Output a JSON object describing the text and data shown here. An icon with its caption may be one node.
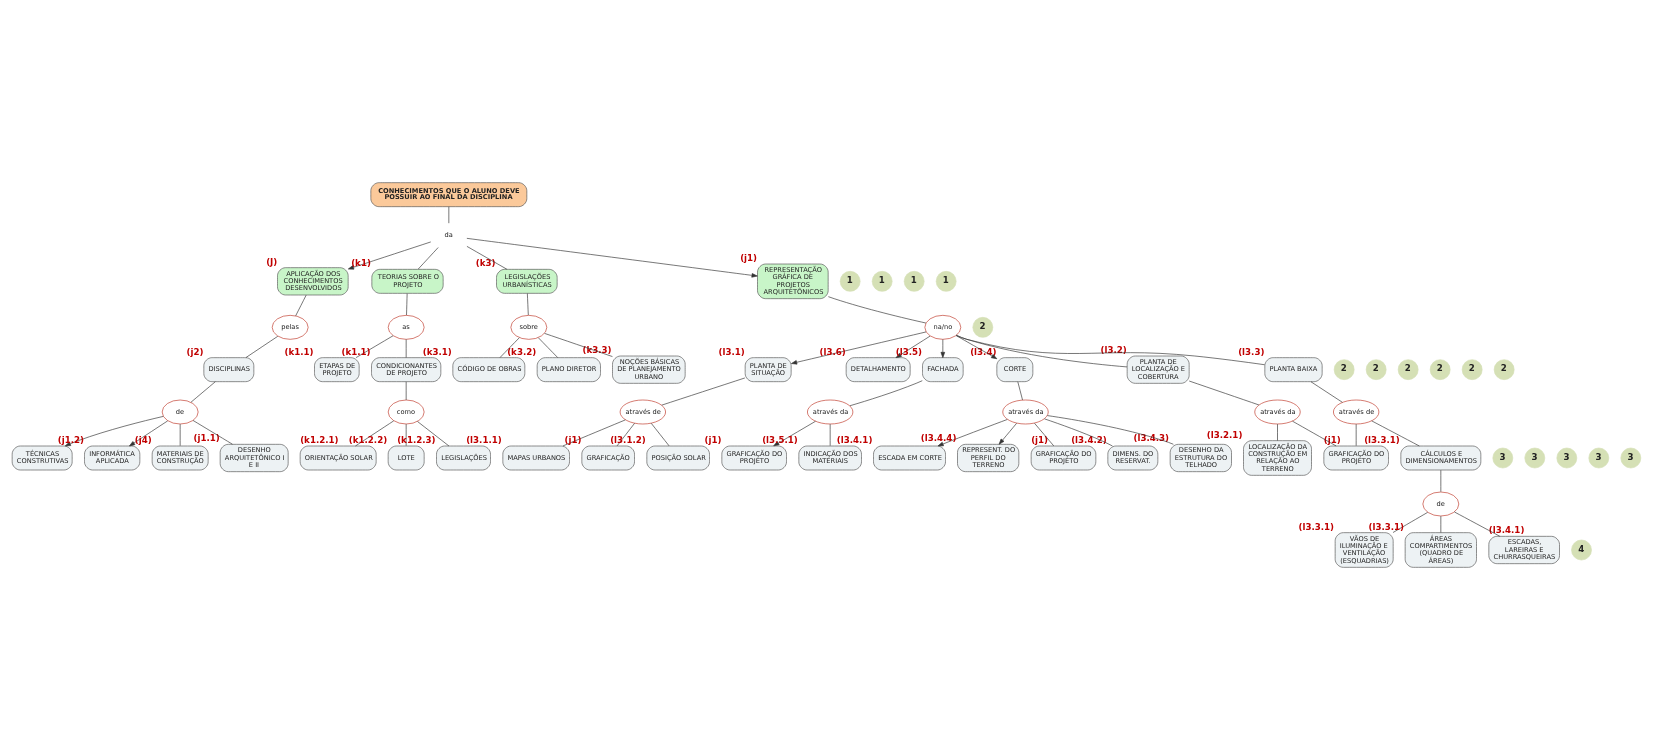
{
  "diagram": {
    "nodes": [
      {
        "text": [
          "CONHECIMENTOS QUE O ALUNO DEVE POSSUIR AO FINAL DA DISCIPLINA"
        ]
      },
      {
        "text": [
          "da"
        ]
      },
      {
        "text": [
          "APLICAÇÃO DOS CONHECIMENTOS DESENVOLVIDOS"
        ],
        "beside": [
          "(J)"
        ]
      },
      {
        "text": [
          "pelas"
        ]
      },
      {
        "text": [
          "DISCIPLINAS"
        ],
        "beside": [
          "(j2)"
        ]
      },
      {
        "text": [
          "de"
        ]
      },
      {
        "text": [
          "TÉCNICAS CONSTRUTIVAS"
        ]
      },
      {
        "text": [
          "INFORMÁTICA APLICADA"
        ],
        "beside": [
          "(j1.2)"
        ]
      },
      {
        "text": [
          "MATERIAIS DE CONSTRUÇÃO"
        ],
        "beside": [
          "(j4)"
        ]
      },
      {
        "text": [
          "DESENHO ARQUITETÔNICO I E II"
        ],
        "beside": [
          "(j1.1)"
        ]
      },
      {
        "text": [
          "TEORIAS SOBRE O PROJETO"
        ],
        "beside": [
          "(k1)"
        ]
      },
      {
        "text": [
          "as"
        ]
      },
      {
        "text": [
          "ETAPAS DE PROJETO"
        ],
        "beside": [
          "(k1.1)"
        ]
      },
      {
        "text": [
          "CONDICIONANTES DE PROJETO"
        ],
        "beside": [
          "(k1.1)"
        ]
      },
      {
        "text": [
          "como"
        ]
      },
      {
        "text": [
          "ORIENTAÇÃO SOLAR"
        ],
        "beside": [
          "(k1.2.1)"
        ]
      },
      {
        "text": [
          "LOTE"
        ],
        "beside": [
          "(k1.2.2)"
        ]
      },
      {
        "text": [
          "LEGISLAÇÕES"
        ],
        "beside": [
          "(k1.2.3)"
        ]
      },
      {
        "text": [
          "LEGISLAÇÕES URBANÍSTICAS"
        ],
        "beside": [
          "(k3)"
        ]
      },
      {
        "text": [
          "sobre"
        ]
      },
      {
        "text": [
          "CÓDIGO DE OBRAS"
        ],
        "beside": [
          "(k3.1)"
        ]
      },
      {
        "text": [
          "PLANO DIRETOR"
        ],
        "beside": [
          "(k3.2)"
        ]
      },
      {
        "text": [
          "NOÇÕES BÁSICAS DE PLANEJAMENTO URBANO"
        ],
        "beside": [
          "(k3.3)"
        ]
      },
      {
        "text": [
          "REPRESENTAÇÃO GRÁFICA DE PROJETOS ARQUITETÔNICOS"
        ],
        "beside": [
          "(j1)"
        ]
      },
      {
        "text": [
          "na/no"
        ]
      },
      {
        "text": [
          "PLANTA DE SITUAÇÃO"
        ],
        "beside": [
          "(l3.1)"
        ]
      },
      {
        "text": [
          "através de"
        ]
      },
      {
        "text": [
          "MAPAS URBANOS"
        ],
        "beside": [
          "(l3.1.1)"
        ]
      },
      {
        "text": [
          "GRAFICAÇÃO"
        ],
        "beside": [
          "(j1)"
        ]
      },
      {
        "text": [
          "POSIÇÃO SOLAR"
        ],
        "beside": [
          "(l3.1.2)"
        ]
      },
      {
        "text": [
          "DETALHAMENTO"
        ],
        "beside": [
          "(l3.6)"
        ]
      },
      {
        "text": [
          "FACHADA"
        ],
        "beside": [
          "(l3.5)"
        ]
      },
      {
        "text": [
          "através da"
        ]
      },
      {
        "text": [
          "GRAFICAÇÃO DO PROJETO"
        ],
        "beside": [
          "(j1)"
        ]
      },
      {
        "text": [
          "INDICAÇÃO DOS MATERIAIS"
        ],
        "beside": [
          "(l3.5.1)"
        ]
      },
      {
        "text": [
          "CORTE"
        ],
        "beside": [
          "(l3.4)"
        ]
      },
      {
        "text": [
          "através da"
        ]
      },
      {
        "text": [
          "ESCADA EM CORTE"
        ],
        "beside": [
          "(l3.4.1)"
        ]
      },
      {
        "text": [
          "REPRESENT. DO PERFIL DO TERRENO"
        ],
        "beside": [
          "(l3.4.4)"
        ]
      },
      {
        "text": [
          "GRAFICAÇÃO DO PROJETO"
        ],
        "beside": [
          "(j1)"
        ]
      },
      {
        "text": [
          "DIMENS. DO RESERVAT."
        ],
        "beside": [
          "(l3.4.2)"
        ]
      },
      {
        "text": [
          "DESENHO DA ESTRUTURA DO TELHADO"
        ],
        "beside": [
          "(l3.4.3)"
        ]
      },
      {
        "text": [
          "PLANTA DE LOCALIZAÇÃO E COBERTURA"
        ],
        "beside": [
          "(l3.2)"
        ]
      },
      {
        "text": [
          "através da"
        ]
      },
      {
        "text": [
          "LOCALIZAÇÃO DA CONSTRUÇÃO EM RELAÇÃO AO TERRENO"
        ],
        "beside": [
          "(l3.2.1)"
        ]
      },
      {
        "text": [
          "GRAFICAÇÃO DO PROJETO"
        ],
        "beside": [
          "(j1)"
        ]
      },
      {
        "text": [
          "PLANTA BAIXA"
        ],
        "beside": [
          "(l3.3)"
        ]
      },
      {
        "text": [
          "através de"
        ]
      },
      {
        "text": [
          "CÁLCULOS E DIMENSIONAMENTOS"
        ],
        "beside": [
          "(l3.3.1)"
        ]
      },
      {
        "text": [
          "de"
        ]
      },
      {
        "text": [
          "VÃOS DE ILUMINAÇÃO E VENTILAÇÃO (ESQUADRIAS)"
        ],
        "beside": [
          "(l3.3.1)"
        ]
      },
      {
        "text": [
          "ÁREAS COMPARTIMENTOS (QUADRO DE ÁREAS)"
        ],
        "beside": [
          "(l3.3.1)"
        ]
      },
      {
        "text": [
          "ESCADAS, LAREIRAS E CHURRASQUEIRAS"
        ],
        "beside": [
          "(l3.4.1)"
        ]
      },
      {
        "text": [
          "1"
        ]
      },
      {
        "text": [
          "2"
        ]
      },
      {
        "text": [
          "3"
        ]
      },
      {
        "text": [
          "1"
        ]
      },
      {
        "text": [
          "2"
        ]
      },
      {
        "text": [
          "3"
        ]
      },
      {
        "text": [
          "1"
        ]
      },
      {
        "text": [
          "2"
        ]
      },
      {
        "text": [
          "1"
        ]
      },
      {
        "text": [
          "2"
        ]
      },
      {
        "text": [
          "2"
        ]
      },
      {
        "text": [
          "2"
        ]
      },
      {
        "text": [
          "3"
        ]
      },
      {
        "text": [
          "3"
        ]
      },
      {
        "text": [
          "2"
        ]
      },
      {
        "text": [
          "3"
        ]
      },
      {
        "text": [
          "4"
        ]
      }
    ],
    "edges": [
      {
        "from": 0,
        "to": 1,
        "arrow": "none"
      },
      {
        "from": 1,
        "to": 2,
        "arrow": "to"
      },
      {
        "from": 1,
        "to": 23,
        "arrow": "to"
      },
      {
        "from": 1,
        "to": 10,
        "arrow": "none"
      },
      {
        "from": 1,
        "to": 18,
        "arrow": "none"
      },
      {
        "from": 2,
        "to": 3,
        "arrow": "none"
      },
      {
        "from": 3,
        "to": 4,
        "arrow": "none"
      },
      {
        "from": 4,
        "to": 5,
        "arrow": "none"
      },
      {
        "from": 5,
        "to": 6,
        "arrow": "to"
      },
      {
        "from": 5,
        "to": 7,
        "arrow": "to"
      },
      {
        "from": 5,
        "to": 8,
        "arrow": "none"
      },
      {
        "from": 5,
        "to": 9,
        "arrow": "none"
      },
      {
        "from": 10,
        "to": 11,
        "arrow": "none"
      },
      {
        "from": 11,
        "to": 12,
        "arrow": "none"
      },
      {
        "from": 11,
        "to": 13,
        "arrow": "none"
      },
      {
        "from": 13,
        "to": 14,
        "arrow": "none"
      },
      {
        "from": 14,
        "to": 15,
        "arrow": "none"
      },
      {
        "from": 14,
        "to": 16,
        "arrow": "none"
      },
      {
        "from": 14,
        "to": 17,
        "arrow": "none"
      },
      {
        "from": 18,
        "to": 19,
        "arrow": "none"
      },
      {
        "from": 19,
        "to": 20,
        "arrow": "none"
      },
      {
        "from": 19,
        "to": 21,
        "arrow": "none"
      },
      {
        "from": 19,
        "to": 22,
        "arrow": "none"
      },
      {
        "from": 23,
        "to": 24,
        "arrow": "none"
      },
      {
        "from": 24,
        "to": 25,
        "arrow": "to"
      },
      {
        "from": 24,
        "to": 30,
        "arrow": "to"
      },
      {
        "from": 24,
        "to": 31,
        "arrow": "to"
      },
      {
        "from": 24,
        "to": 35,
        "arrow": "to"
      },
      {
        "from": 24,
        "to": 42,
        "arrow": "none"
      },
      {
        "from": 24,
        "to": 46,
        "arrow": "none"
      },
      {
        "from": 25,
        "to": 26,
        "arrow": "none"
      },
      {
        "from": 26,
        "to": 27,
        "arrow": "none"
      },
      {
        "from": 26,
        "to": 28,
        "arrow": "none"
      },
      {
        "from": 26,
        "to": 29,
        "arrow": "none"
      },
      {
        "from": 31,
        "to": 32,
        "arrow": "none"
      },
      {
        "from": 32,
        "to": 33,
        "arrow": "to"
      },
      {
        "from": 32,
        "to": 34,
        "arrow": "none"
      },
      {
        "from": 35,
        "to": 36,
        "arrow": "none"
      },
      {
        "from": 36,
        "to": 37,
        "arrow": "to"
      },
      {
        "from": 36,
        "to": 38,
        "arrow": "to"
      },
      {
        "from": 36,
        "to": 39,
        "arrow": "none"
      },
      {
        "from": 36,
        "to": 40,
        "arrow": "none"
      },
      {
        "from": 36,
        "to": 41,
        "arrow": "none"
      },
      {
        "from": 42,
        "to": 43,
        "arrow": "none"
      },
      {
        "from": 43,
        "to": 44,
        "arrow": "none"
      },
      {
        "from": 43,
        "to": 45,
        "arrow": "none"
      },
      {
        "from": 46,
        "to": 47,
        "arrow": "none"
      },
      {
        "from": 47,
        "to": 45,
        "arrow": "none"
      },
      {
        "from": 47,
        "to": 48,
        "arrow": "none"
      },
      {
        "from": 48,
        "to": 49,
        "arrow": "none"
      },
      {
        "from": 49,
        "to": 50,
        "arrow": "none"
      },
      {
        "from": 49,
        "to": 51,
        "arrow": "none"
      },
      {
        "from": 49,
        "to": 52,
        "arrow": "none"
      }
    ]
  }
}
